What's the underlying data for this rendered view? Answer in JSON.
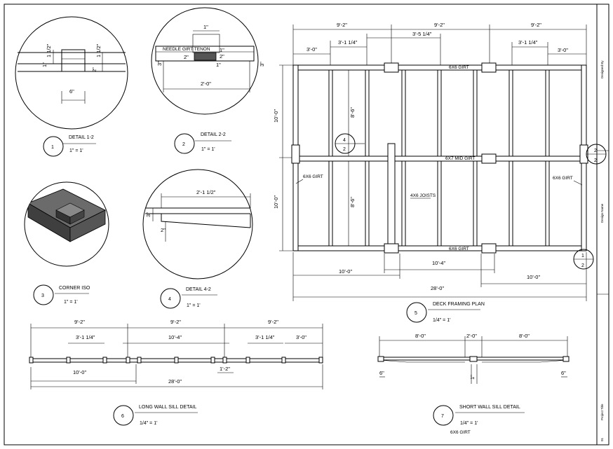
{
  "details": {
    "d12": {
      "num": "1",
      "title": "DETAIL 1-2",
      "scale": "1\" = 1'",
      "dims": {
        "a": "1 1/2\"",
        "b": "1 1/2\"",
        "c": "1\"",
        "d": "2\"",
        "e": "6\""
      }
    },
    "d22": {
      "num": "2",
      "title": "DETAIL 2-2",
      "scale": "1\" = 1'",
      "dims": {
        "top": "1\"",
        "left": "3\"",
        "right": "3\"",
        "bottom": "2'-0\"",
        "a": "1\"",
        "b": "2\"",
        "c": "2\"",
        "d": "1\""
      },
      "note": "NEEDLE GIRT TENON"
    },
    "d3": {
      "num": "3",
      "title": "CORNER ISO",
      "scale": "1\" = 1'"
    },
    "d42": {
      "num": "4",
      "title": "DETAIL 4-2",
      "scale": "1\" = 1'",
      "dims": {
        "top": "2'-1 1/2\"",
        "left": "3\"",
        "bottom": "2\""
      }
    }
  },
  "plan": {
    "num": "5",
    "title": "DECK FRAMING PLAN",
    "scale": "1/4\" = 1'",
    "dims": {
      "top1": "9'-2\"",
      "top2": "9'-2\"",
      "top3": "9'-2\"",
      "mid": "3'-5 1/4\"",
      "l1": "3'-1 1/4\"",
      "r1": "3'-1 1/4\"",
      "l0": "3'-0\"",
      "r0": "3'-0\"",
      "v1": "10'-0\"",
      "v2": "10'-0\"",
      "j1": "8'-6\"",
      "j2": "8'-6\"",
      "b1": "10'-0\"",
      "b2": "10'-4\"",
      "b3": "10'-0\"",
      "b4": "28'-0\""
    },
    "labels": {
      "girtTop": "6X6 GIRT",
      "girtMid": "6X7 MID GIRT",
      "girtBot": "6X6 GIRT",
      "girtLeft": "6X6 GIRT",
      "girtRight": "6X6 GIRT",
      "joists": "4X6 JOISTS"
    },
    "callouts": [
      {
        "top": "4",
        "bottom": "2"
      },
      {
        "top": "2",
        "bottom": "2"
      },
      {
        "top": "1",
        "bottom": "2"
      }
    ]
  },
  "sill6": {
    "num": "6",
    "title": "LONG WALL SILL DETAIL",
    "scale": "1/4\" = 1'",
    "dims": {
      "t1": "9'-2\"",
      "t2": "9'-2\"",
      "t3": "9'-2\"",
      "m1": "3'-1 1/4\"",
      "m2": "10'-4\"",
      "m3": "3'-1 1/4\"",
      "m4": "3'-0\"",
      "b1": "10'-0\"",
      "b2": "1'-2\"",
      "b3": "28'-0\""
    }
  },
  "sill7": {
    "num": "7",
    "title": "SHORT WALL SILL DETAIL",
    "scale": "1/4\" = 1'",
    "note": "6X6 GIRT",
    "dims": {
      "t1": "8'-0\"",
      "t2": "2'-0\"",
      "t3": "8'-0\"",
      "b1": "6\"",
      "b2": "1\"",
      "b3": "6\""
    }
  },
  "titleblock": {
    "top": "Designed By",
    "mid": "Design Name",
    "bot": "Project Title",
    "num": "01"
  }
}
